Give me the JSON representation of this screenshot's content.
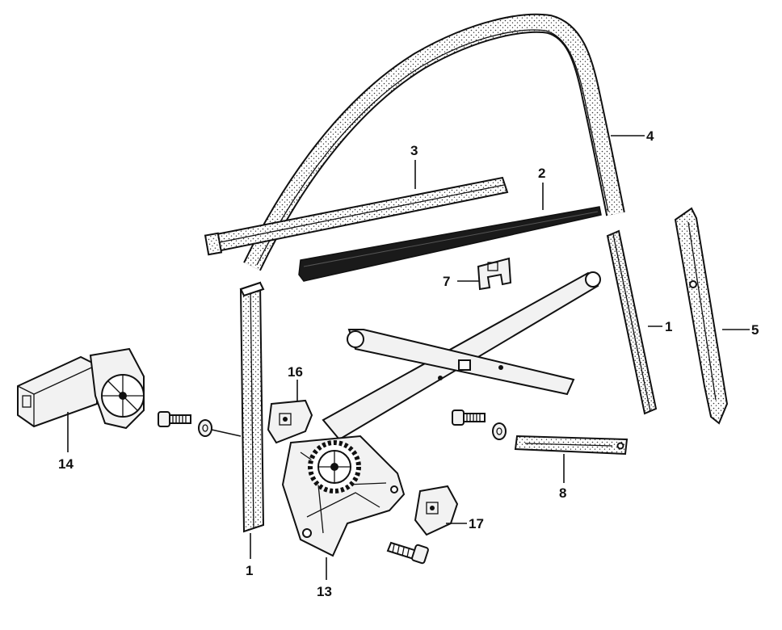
{
  "diagram": {
    "callouts": [
      {
        "id": "c1a",
        "label": "1"
      },
      {
        "id": "c1b",
        "label": "1"
      },
      {
        "id": "c2",
        "label": "2"
      },
      {
        "id": "c3",
        "label": "3"
      },
      {
        "id": "c4",
        "label": "4"
      },
      {
        "id": "c5",
        "label": "5"
      },
      {
        "id": "c7",
        "label": "7"
      },
      {
        "id": "c8",
        "label": "8"
      },
      {
        "id": "c13",
        "label": "13"
      },
      {
        "id": "c14",
        "label": "14"
      },
      {
        "id": "c16",
        "label": "16"
      },
      {
        "id": "c17",
        "label": "17"
      }
    ]
  },
  "colors": {
    "ink": "#111111",
    "stipple": "#333333",
    "part_fill": "#f2f2f2",
    "seal_fill": "#1a1a1a",
    "background": "#ffffff"
  }
}
